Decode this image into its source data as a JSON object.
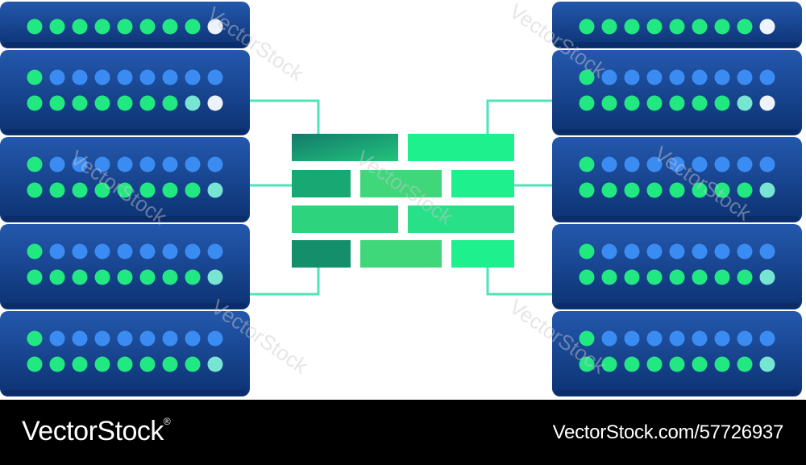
{
  "colors": {
    "rack_top": "#1f4e9c",
    "rack_bottom": "#0d3577",
    "led_green": "#22e882",
    "led_blue": "#3b8cf2",
    "led_pale": "#78e4d2",
    "led_white": "#eef3fb",
    "connector": "#4fe3b8",
    "brick_light": "#1ef08e",
    "brick_mid": "#3fd77a",
    "brick_dark": "#138f6c",
    "footer_bg": "#000000"
  },
  "illustration": {
    "left_rack": {
      "units": 5
    },
    "right_rack": {
      "units": 5
    },
    "firewall": {
      "icon": "brick-wall-icon",
      "rows": 4
    }
  },
  "watermark": {
    "text": "VectorStock"
  },
  "footer": {
    "brand": "VectorStock",
    "registered_mark": "®",
    "image_id": "VectorStock.com/57726937"
  }
}
